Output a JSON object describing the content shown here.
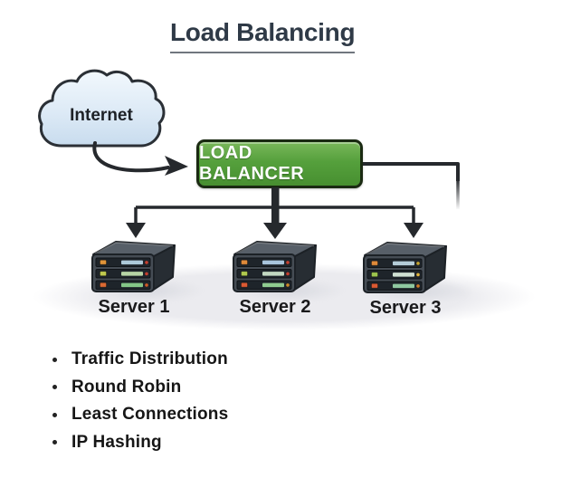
{
  "title": "Load Balancing",
  "cloud": {
    "label": "Internet"
  },
  "load_balancer": {
    "label": "LOAD BALANCER"
  },
  "servers": [
    {
      "label": "Server 1"
    },
    {
      "label": "Server 2"
    },
    {
      "label": "Server 3"
    }
  ],
  "features": [
    "Traffic Distribution",
    "Round Robin",
    "Least Connections",
    "IP Hashing"
  ],
  "colors": {
    "title_text": "#2f3a47",
    "balancer_green": "#55a03c",
    "balancer_border": "#1a2a12",
    "balancer_text": "#ffffff",
    "arrow_dark": "#26292d",
    "cloud_fill": "#d8e7f5",
    "cloud_outline": "#2b3036",
    "server_body": "#454c54",
    "floor_shadow": "#ebebef",
    "led_orange": "#e09439",
    "led_yellow_green": "#bfc94e",
    "led_red_orange": "#db6a33",
    "slot_blue": "#adc9d9",
    "slot_light_green": "#b7d5a6",
    "slot_green": "#84c687"
  }
}
